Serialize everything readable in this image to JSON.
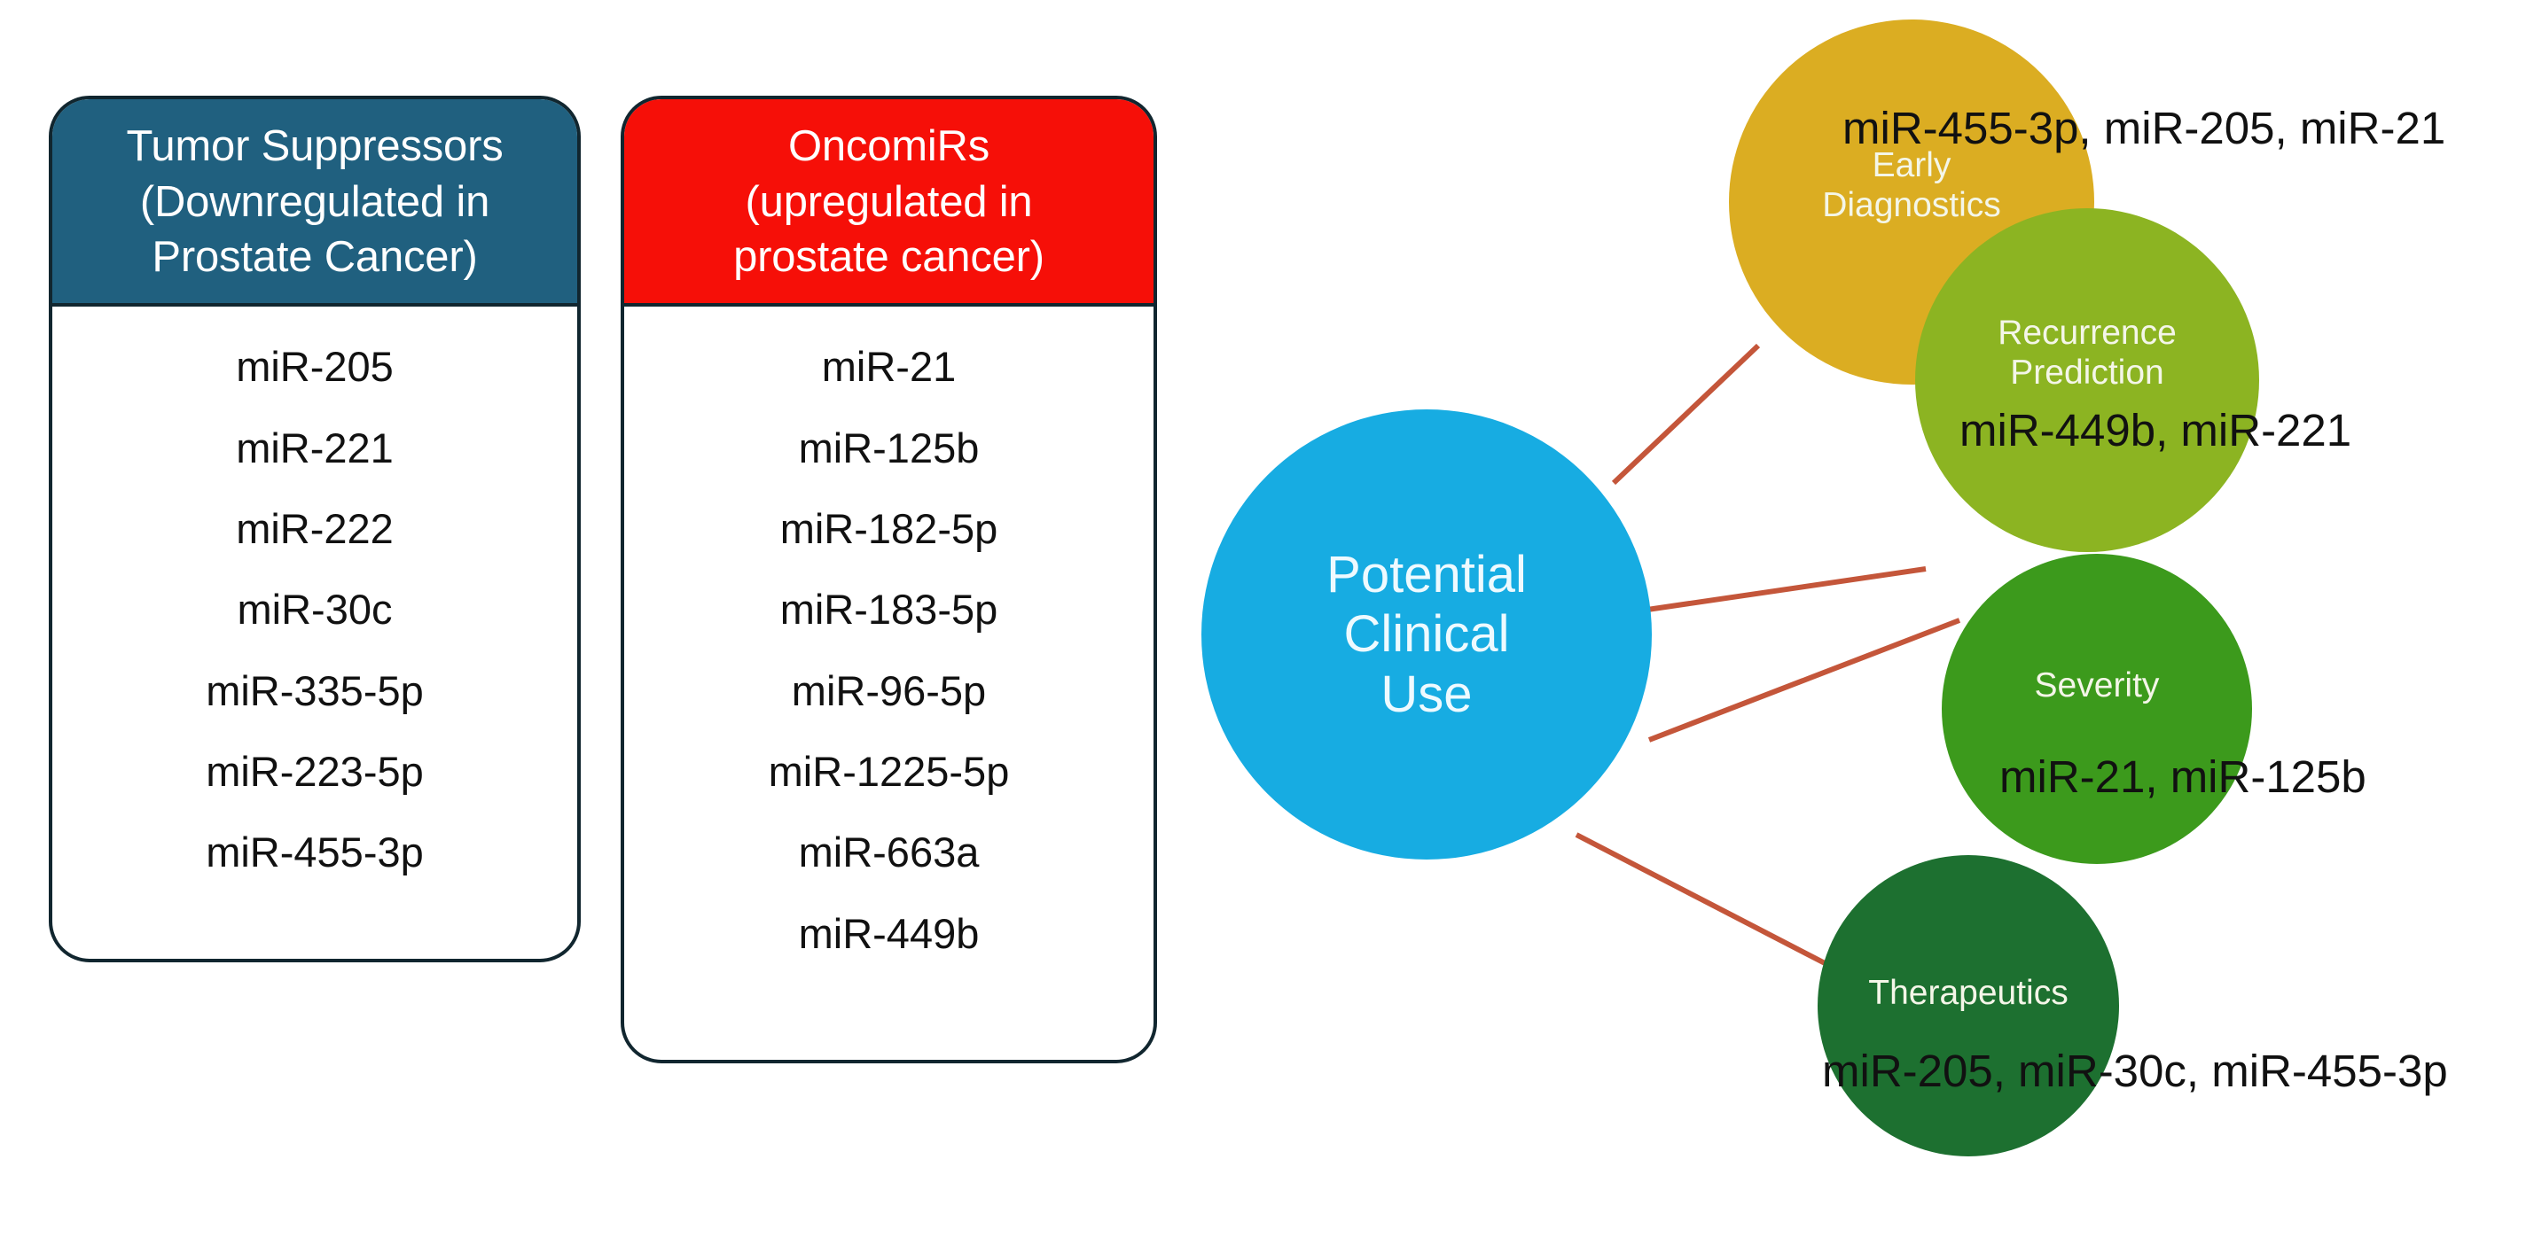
{
  "tables": [
    {
      "id": "tumor-suppressors",
      "header_lines": [
        "Tumor Suppressors",
        "(Downregulated in",
        "Prostate Cancer)"
      ],
      "header_color": "#20607f",
      "items": [
        "miR-205",
        "miR-221",
        "miR-222",
        "miR-30c",
        "miR-335-5p",
        "miR-223-5p",
        "miR-455-3p"
      ]
    },
    {
      "id": "oncomirs",
      "header_lines": [
        "OncomiRs",
        "(upregulated in",
        "prostate cancer)"
      ],
      "header_color": "#f60f08",
      "items": [
        "miR-21",
        "miR-125b",
        "miR-182-5p",
        "miR-183-5p",
        "miR-96-5p",
        "miR-1225-5p",
        "miR-663a",
        "miR-449b"
      ]
    }
  ],
  "diagram": {
    "center": {
      "label_lines": [
        "Potential",
        "Clinical",
        "Use"
      ],
      "color": "#17ace2"
    },
    "connector_color": "#c4563a",
    "nodes": [
      {
        "id": "early-diagnostics",
        "label_lines": [
          "Early",
          "Diagnostics"
        ],
        "color": "#dbad22",
        "annotation": "miR-455-3p, miR-205, miR-21"
      },
      {
        "id": "recurrence-prediction",
        "label_lines": [
          "Recurrence",
          "Prediction"
        ],
        "color": "#8cb422",
        "annotation": "miR-449b, miR-221"
      },
      {
        "id": "severity",
        "label_lines": [
          "Severity"
        ],
        "color": "#3c9a1c",
        "annotation": "miR-21, miR-125b"
      },
      {
        "id": "therapeutics",
        "label_lines": [
          "Therapeutics"
        ],
        "color": "#1d7030",
        "annotation": "miR-205, miR-30c, miR-455-3p"
      }
    ]
  }
}
